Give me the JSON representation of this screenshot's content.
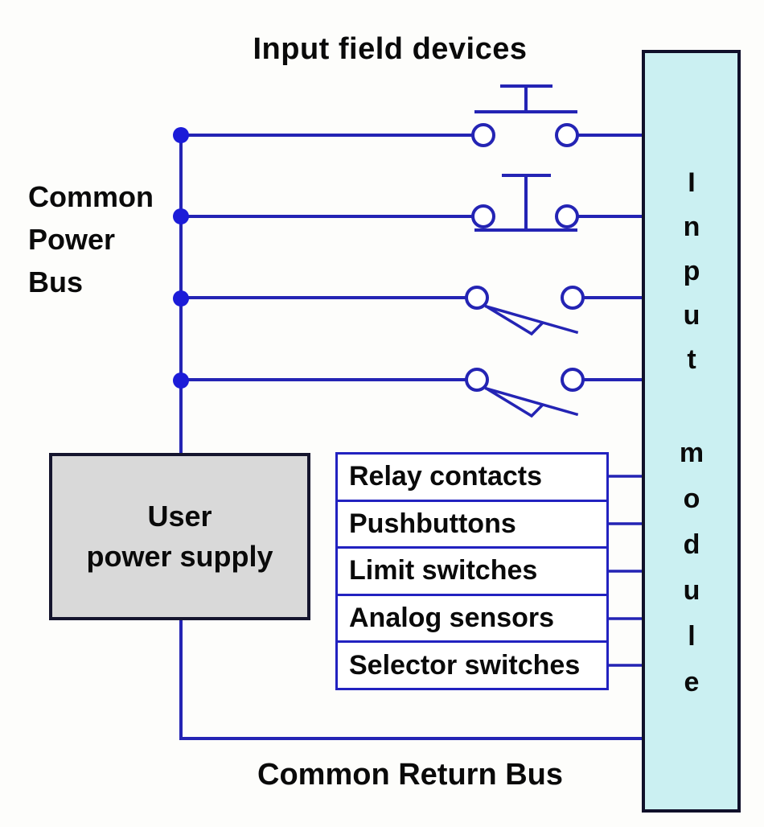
{
  "title": "Input field devices",
  "labels": {
    "power_bus": [
      "Common",
      "Power",
      "Bus"
    ],
    "return_bus": "Common Return Bus"
  },
  "power_supply": {
    "line1": "User",
    "line2": "power supply"
  },
  "input_module": {
    "word1": "Input",
    "word2": "module"
  },
  "device_table": {
    "rows": [
      "Relay contacts",
      "Pushbuttons",
      "Limit switches",
      "Analog sensors",
      "Selector switches"
    ]
  },
  "symbols": {
    "row1": "normally-open-pushbutton",
    "row2": "normally-closed-pushbutton",
    "row3": "limit-switch",
    "row4": "limit-switch"
  },
  "colors": {
    "wire": "#2424b4",
    "dot": "#1c1cd8",
    "module-fill": "#cbf0f2",
    "module-border": "#10102a",
    "supply-fill": "#d9d9d9",
    "supply-border": "#15152e",
    "table-border": "#2222c0",
    "text": "#0a0a0a",
    "background": "#fdfdfb"
  }
}
